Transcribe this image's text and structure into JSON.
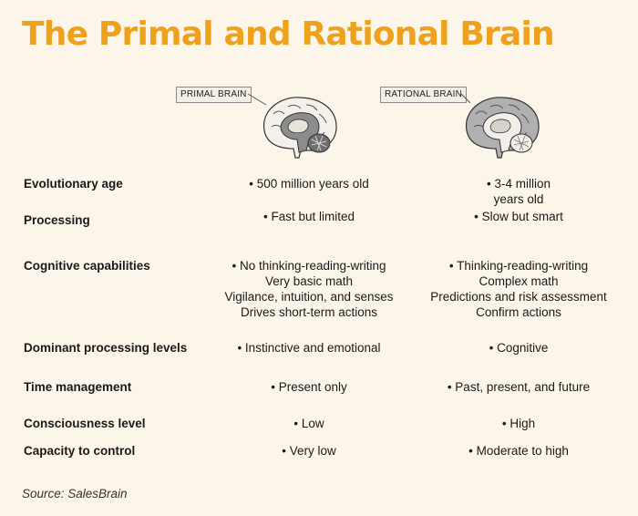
{
  "title": "The Primal and Rational Brain",
  "brains": {
    "primal_label": "PRIMAL BRAIN",
    "rational_label": "RATIONAL BRAIN"
  },
  "rows": [
    {
      "label": "Evolutionary age",
      "primal": [
        "•  500 million years old"
      ],
      "rational": [
        "•    3-4 million",
        "years old"
      ]
    },
    {
      "label": "Processing",
      "primal": [
        "•  Fast but limited"
      ],
      "rational": [
        "•  Slow but smart"
      ]
    },
    {
      "label": "Cognitive capabilities",
      "primal": [
        "•  No thinking-reading-writing",
        "Very basic math",
        "Vigilance, intuition, and senses",
        "Drives short-term actions"
      ],
      "rational": [
        "•  Thinking-reading-writing",
        "Complex math",
        "Predictions and risk assessment",
        "Confirm actions"
      ]
    },
    {
      "label": "Dominant processing levels",
      "primal": [
        "•  Instinctive and emotional"
      ],
      "rational": [
        "•  Cognitive"
      ]
    },
    {
      "label": "Time management",
      "primal": [
        "•  Present only"
      ],
      "rational": [
        "•  Past, present, and future"
      ]
    },
    {
      "label": "Consciousness level",
      "primal": [
        "•  Low"
      ],
      "rational": [
        "•  High"
      ]
    },
    {
      "label": "Capacity to control",
      "primal": [
        "•  Very low"
      ],
      "rational": [
        "•  Moderate to high"
      ]
    }
  ],
  "source": "Source: SalesBrain",
  "colors": {
    "title": "#f0a11c",
    "background": "#fcf6ea",
    "primal_highlight": "#8c8c8c",
    "rational_highlight": "#b0b0b0"
  }
}
